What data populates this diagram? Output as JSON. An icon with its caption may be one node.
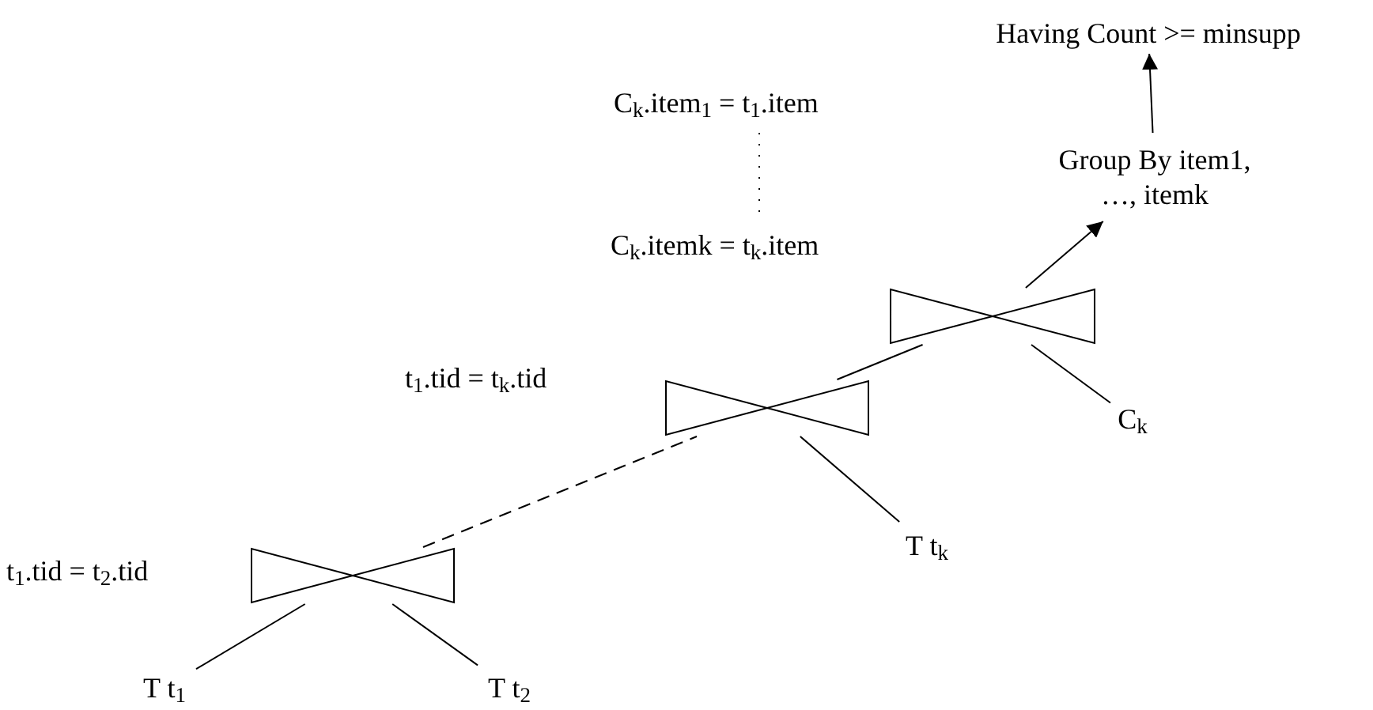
{
  "diagram": {
    "nodes": [
      {
        "text": [
          "Having Count >= minsupp"
        ]
      },
      {
        "text": [
          "Group By item1, …, itemk"
        ]
      },
      {
        "text": [],
        "shape": "bowtie"
      },
      {
        "text": [],
        "shape": "bowtie"
      },
      {
        "text": [
          "C$_{k}$"
        ]
      },
      {
        "text": [
          "T t$_{k}$"
        ]
      },
      {
        "text": [],
        "shape": "bowtie",
        "beside": [
          "t$_{1}$.tid = t$_{2}$.tid"
        ]
      },
      {
        "text": [
          "T t$_{1}$"
        ]
      },
      {
        "text": [
          "T t$_{2}$"
        ]
      }
    ],
    "edges": [
      {
        "from": 1,
        "to": 0,
        "arrow": "to"
      },
      {
        "from": 2,
        "to": 1,
        "arrow": "to"
      },
      {
        "from": 3,
        "to": 2,
        "arrow": "none"
      },
      {
        "from": 4,
        "to": 2,
        "arrow": "none"
      },
      {
        "from": 6,
        "to": 3,
        "arrow": "none",
        "style": "dashed"
      },
      {
        "from": 5,
        "to": 3,
        "arrow": "none"
      },
      {
        "from": 7,
        "to": 6,
        "arrow": "none"
      },
      {
        "from": 8,
        "to": 6,
        "arrow": "none"
      }
    ],
    "labels": [
      "C$_{k}$.item$_{1}$ = t$_{1}$.item",
      "C$_{k}$.itemk = t$_{k}$.item",
      "t$_{1}$.tid = t$_{k}$.tid"
    ]
  }
}
